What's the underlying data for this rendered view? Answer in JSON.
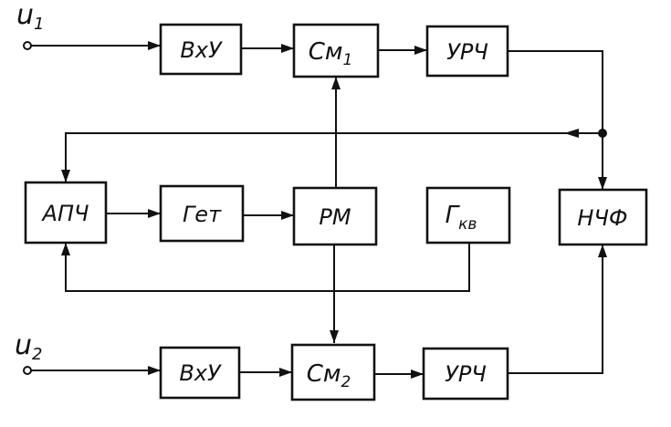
{
  "inputs": {
    "u1": "u",
    "u1_sub": "1",
    "u2": "u",
    "u2_sub": "2"
  },
  "blocks": {
    "vxu1": "ВхУ",
    "cm1": "См",
    "cm1_sub": "1",
    "urch1": "УРЧ",
    "apch": "АПЧ",
    "get": "Гет",
    "rm": "РМ",
    "gkv": "Г",
    "gkv_sub": "кв",
    "nchf": "НЧФ",
    "vxu2": "ВхУ",
    "cm2": "См",
    "cm2_sub": "2",
    "urch2": "УРЧ"
  }
}
